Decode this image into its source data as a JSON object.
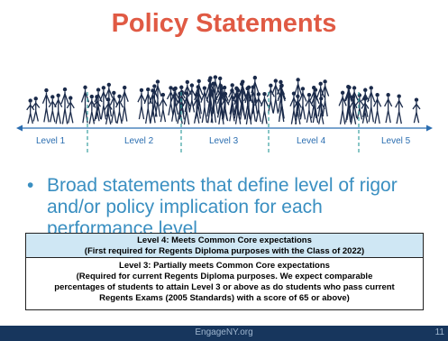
{
  "slide": {
    "title": "Policy Statements",
    "levels": [
      "Level 1",
      "Level 2",
      "Level 3",
      "Level 4",
      "Level 5"
    ],
    "bullet": "Broad statements that define level of rigor and/or policy implication for each performance level",
    "level4_box": {
      "line1": "Level 4: Meets Common Core expectations",
      "line2": "(First required for Regents Diploma purposes with the Class of 2022)"
    },
    "level3_box": {
      "line1": "Level 3: Partially meets Common Core expectations",
      "line2": "(Required for current Regents Diploma purposes.  We expect comparable",
      "line3": "percentages of students to attain Level 3 or above as do students who pass current",
      "line4": "Regents Exams (2005 Standards) with a score of 65 or above)"
    },
    "footer": "EngageNY.org",
    "page_number": "11"
  },
  "colors": {
    "title": "#e05a44",
    "bullet": "#3a8fc1",
    "level4_fill": "#cfe7f4",
    "footer_bar": "#17365d",
    "divider": "#3aa0a0",
    "axis": "#2a6db0"
  }
}
